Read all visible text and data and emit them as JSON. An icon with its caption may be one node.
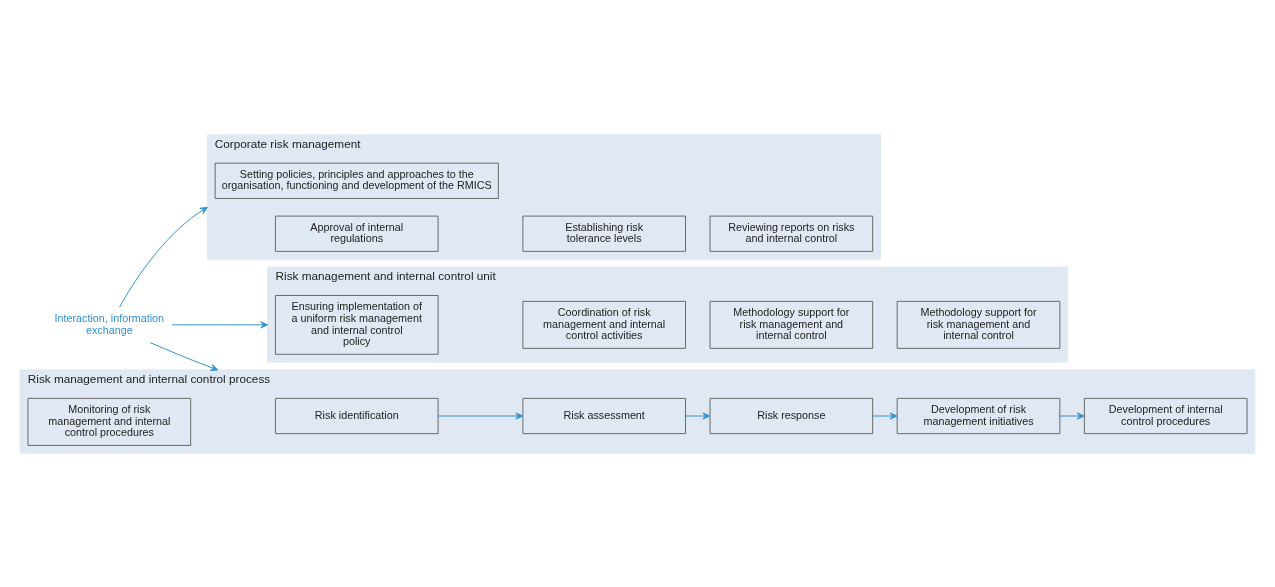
{
  "diagram": {
    "nodes": [
      {
        "text": [
          "Corporate risk management"
        ]
      },
      {
        "text": [
          "Setting policies, principles and approaches to the organisation, functioning and development of the RMICS"
        ],
        "in": 0
      },
      {
        "text": [
          "Approval of internal regulations"
        ],
        "in": 0
      },
      {
        "text": [
          "Establishing risk tolerance levels"
        ],
        "in": 0
      },
      {
        "text": [
          "Reviewing reports on risks and internal control"
        ],
        "in": 0
      },
      {
        "text": [
          "Risk management and internal control unit"
        ]
      },
      {
        "text": [
          "Ensuring implementation of a uniform risk management and internal control policy"
        ],
        "in": 5
      },
      {
        "text": [
          "Coordination of risk management and internal control activities"
        ],
        "in": 5
      },
      {
        "text": [
          "Methodology support for risk management and internal control"
        ],
        "in": 5
      },
      {
        "text": [
          "Methodology support for risk management and internal control"
        ],
        "in": 5
      },
      {
        "text": [
          "Risk management and internal control process"
        ]
      },
      {
        "text": [
          "Risk identification"
        ],
        "in": 10
      },
      {
        "text": [
          "Risk assessment"
        ],
        "in": 10
      },
      {
        "text": [
          "Risk response"
        ],
        "in": 10
      },
      {
        "text": [
          "Development of risk management initiatives"
        ],
        "in": 10
      },
      {
        "text": [
          "Development of internal control procedures"
        ],
        "in": 10
      },
      {
        "text": [
          "Monitoring of risk management and internal control procedures"
        ],
        "in": 10
      },
      {
        "text": [
          "Interaction, information exchange"
        ]
      }
    ],
    "edges": [
      {
        "from": 17,
        "to": 0,
        "arrow": "to"
      },
      {
        "from": 17,
        "to": 5,
        "arrow": "to"
      },
      {
        "from": 17,
        "to": 10,
        "arrow": "to"
      },
      {
        "from": 11,
        "to": 12,
        "arrow": "to"
      },
      {
        "from": 12,
        "to": 13,
        "arrow": "to"
      },
      {
        "from": 13,
        "to": 14,
        "arrow": "to"
      },
      {
        "from": 14,
        "to": 15,
        "arrow": "to"
      }
    ]
  }
}
